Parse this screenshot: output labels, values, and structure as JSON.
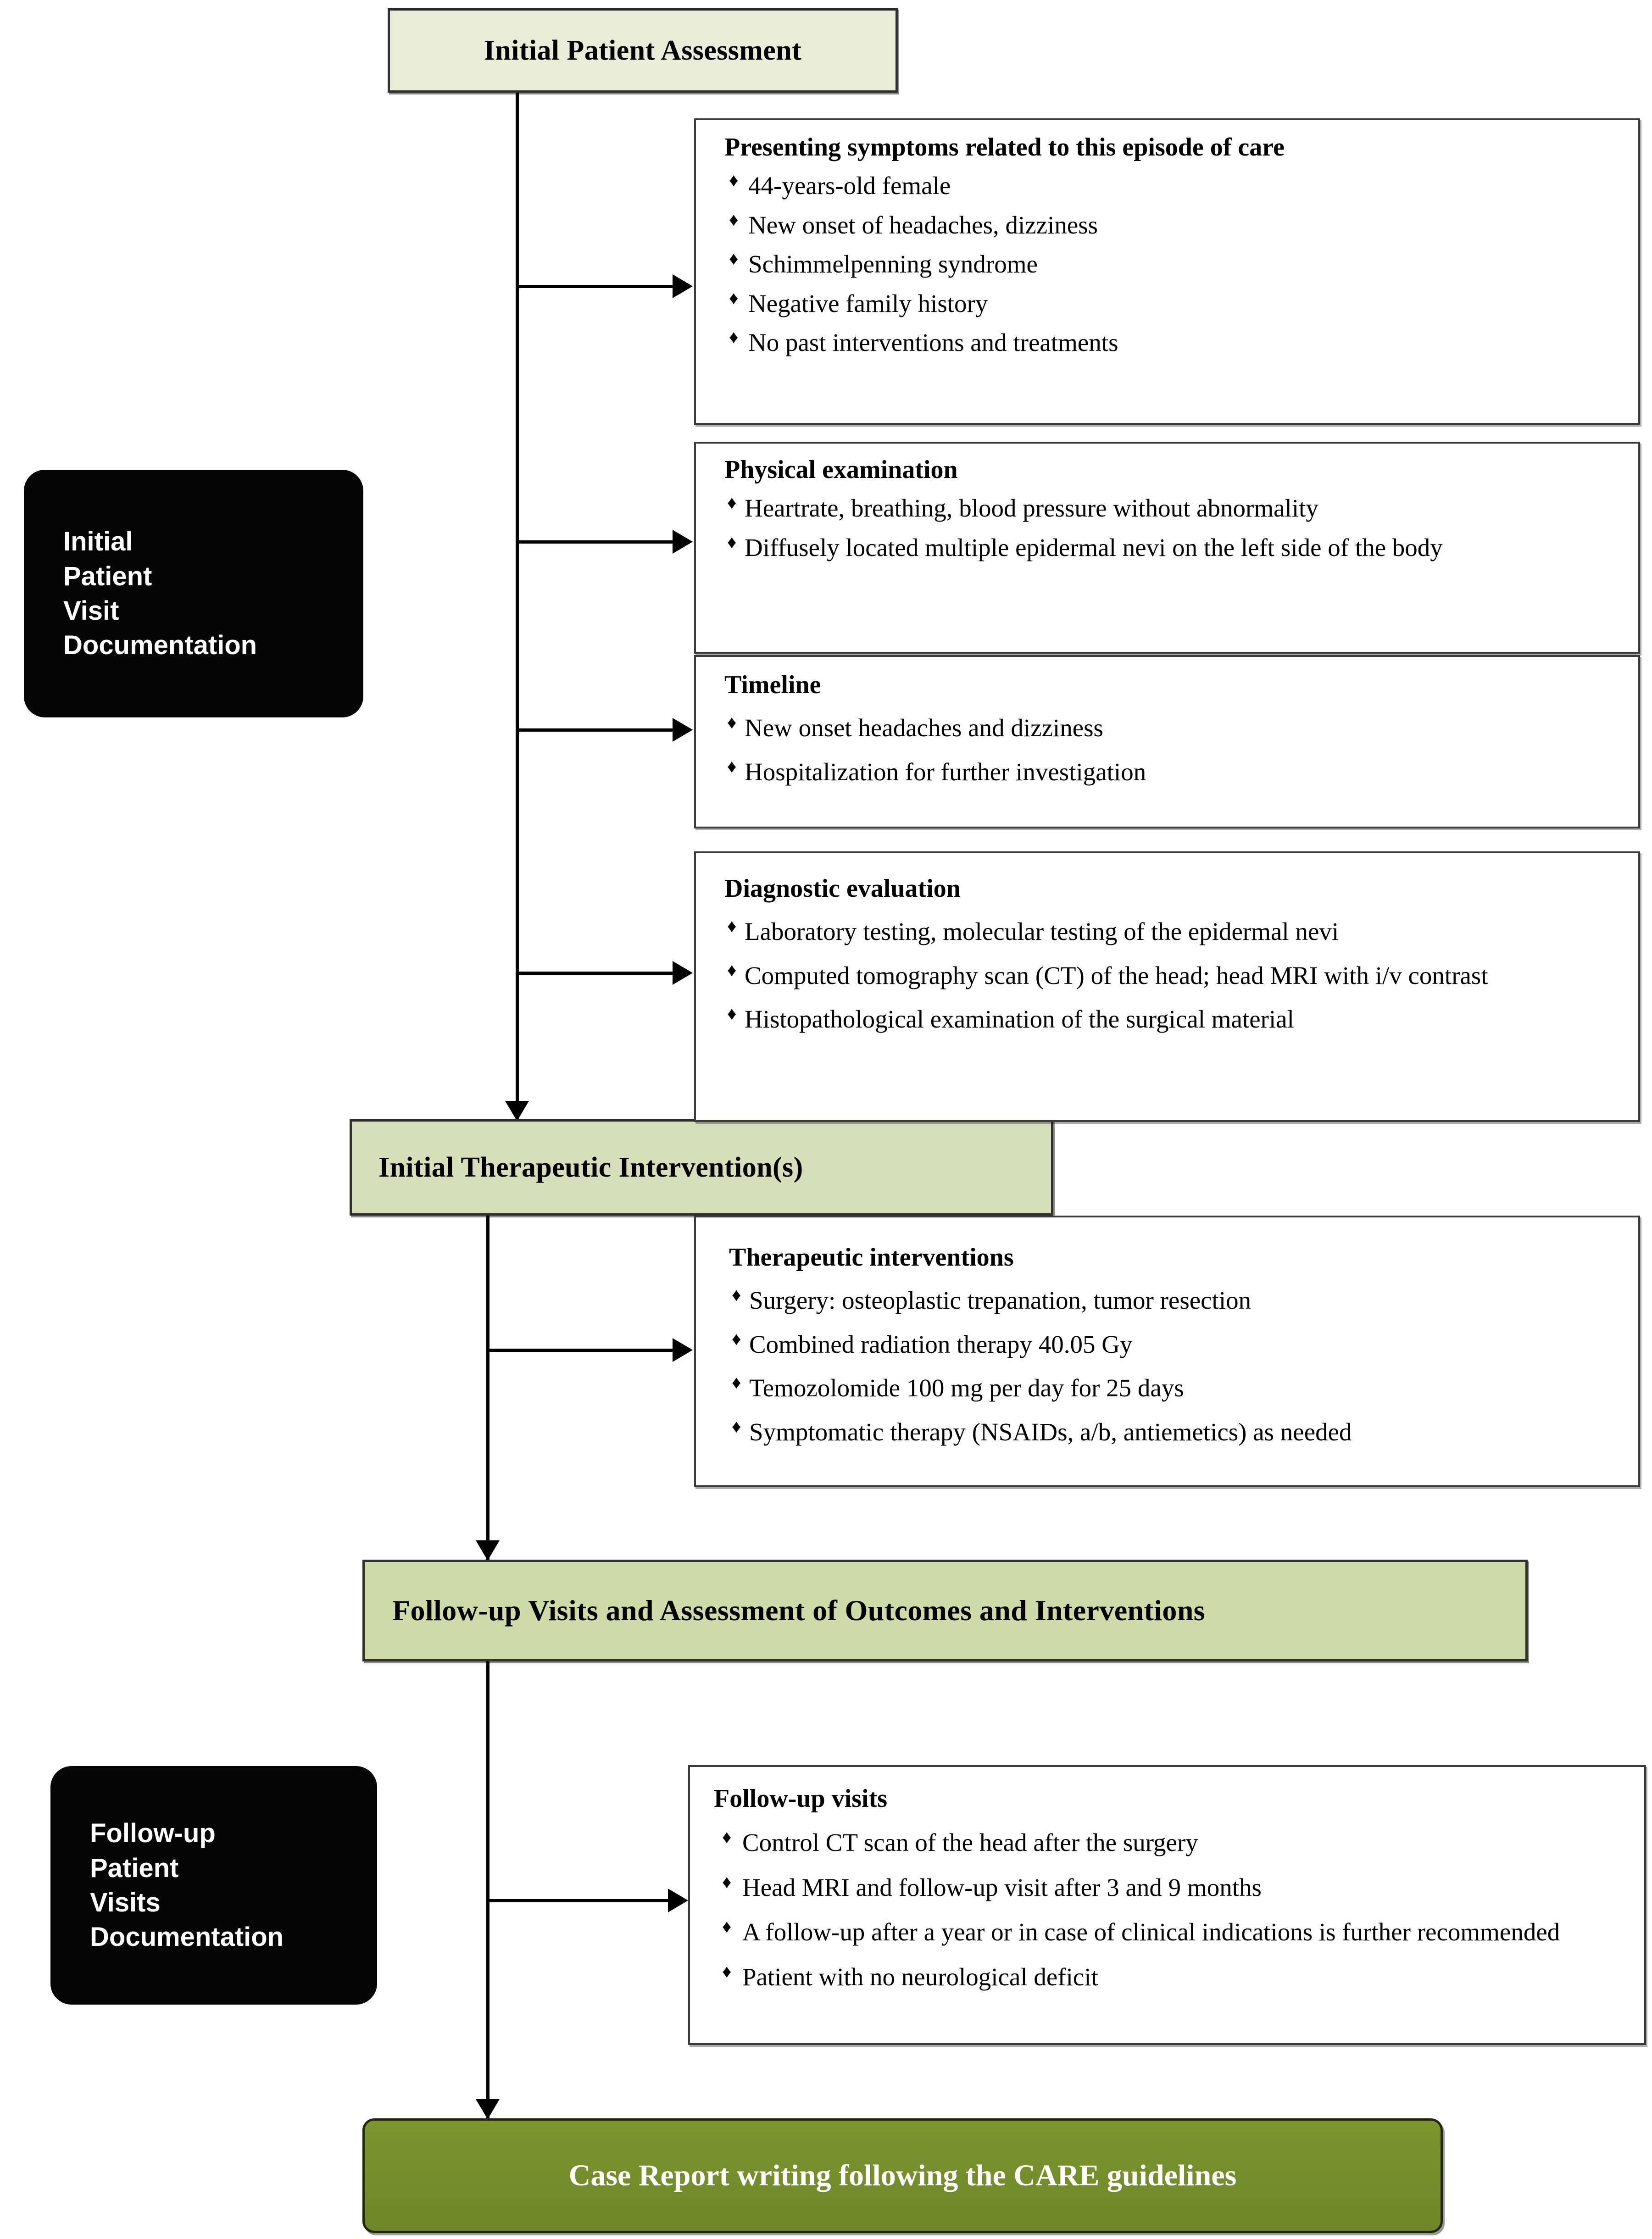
{
  "diagram": {
    "title": "CARE case report flowchart",
    "colors": {
      "header_light_green": "#e9edd8",
      "header_mid_green": "#d6dfb9",
      "header_bar_green": "#cfdaa9",
      "final_box_green": "#6d8729",
      "side_label_black": "#050505",
      "panel_border": "#3a3a3a",
      "connector": "#000000"
    },
    "stages": {
      "initial_assessment": "Initial Patient Assessment",
      "initial_therapeutic": "Initial Therapeutic Intervention(s)",
      "followup_bar": "Follow-up Visits and Assessment of Outcomes and Interventions",
      "final": "Case Report writing following the CARE guidelines"
    },
    "side_labels": {
      "initial": [
        "Initial",
        "Patient",
        "Visit",
        "Documentation"
      ],
      "followup": [
        "Follow-up",
        "Patient",
        "Visits",
        "Documentation"
      ]
    },
    "panels": [
      {
        "id": "symptoms",
        "heading": "Presenting symptoms related to this episode of care",
        "items": [
          "44-years-old female",
          "New onset of headaches, dizziness",
          "Schimmelpenning syndrome",
          "Negative family history",
          "No past interventions and treatments"
        ]
      },
      {
        "id": "physical",
        "heading": "Physical examination",
        "items": [
          "Heartrate, breathing, blood pressure without abnormality",
          "Diffusely located multiple epidermal nevi on the left side of the body"
        ]
      },
      {
        "id": "timeline",
        "heading": "Timeline",
        "items": [
          "New onset headaches and dizziness",
          "Hospitalization for further investigation"
        ]
      },
      {
        "id": "diagnostic",
        "heading": "Diagnostic evaluation",
        "items": [
          "Laboratory testing, molecular testing of the epidermal nevi",
          "Computed tomography scan (CT) of the head; head MRI with i/v contrast",
          "Histopathological examination of the surgical material"
        ]
      },
      {
        "id": "interventions",
        "heading": "Therapeutic interventions",
        "items": [
          "Surgery: osteoplastic trepanation, tumor resection",
          "Combined radiation therapy 40.05 Gy",
          "Temozolomide 100 mg per day for 25 days",
          "Symptomatic therapy (NSAIDs, a/b, antiemetics) as needed"
        ]
      },
      {
        "id": "followup",
        "heading": "Follow-up visits",
        "items": [
          "Control CT scan of the head after the surgery",
          "Head MRI and follow-up visit after 3 and 9 months",
          "A follow-up after a year or in case of clinical indications is further recommended",
          "Patient with no neurological deficit"
        ]
      }
    ]
  }
}
